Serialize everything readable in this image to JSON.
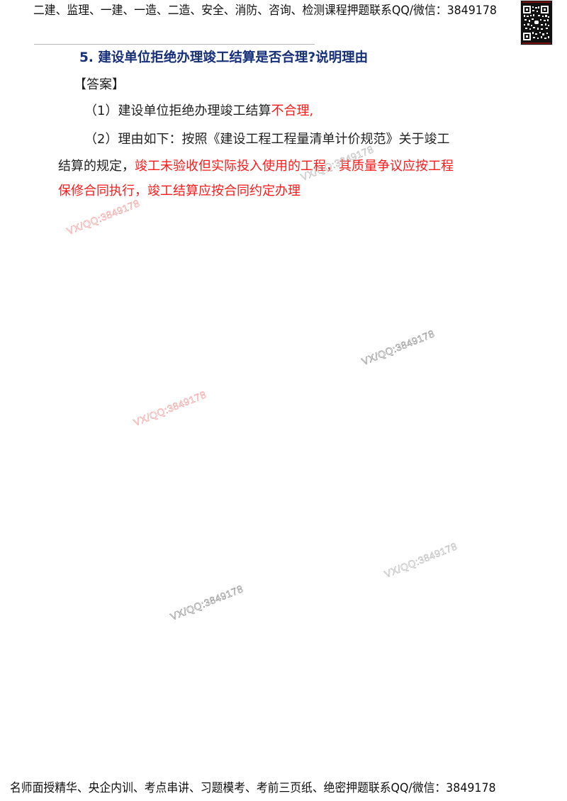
{
  "header": {
    "banner": "二建、监理、一建、一造、二造、安全、消防、咨询、检测课程押题联系QQ/微信：3849178"
  },
  "qr_code": {
    "icon": "qr-code-icon"
  },
  "question": {
    "title": "5. 建设单位拒绝办理竣工结算是否合理?说明理由"
  },
  "answer": {
    "label": "【答案】",
    "item1": {
      "prefix": "（1）建设单位拒绝办理竣工结算",
      "highlight": "不合理,"
    },
    "item2": {
      "line1": "（2）理由如下：按照《建设工程工程量清单计价规范》关于竣工",
      "line2_prefix": "结算的规定，",
      "line2_highlight": "竣工未验收但实际投入使用的工程，其质量争议应按工程",
      "line3_highlight": "保修合同执行，竣工结算应按合同约定办理"
    }
  },
  "watermarks": [
    {
      "text": "VX/QQ:3849178",
      "color": "#f08a8a"
    },
    {
      "text": "VX/QQ:3849178",
      "color": "#aaaaaa"
    },
    {
      "text": "VX/QQ:3849178",
      "color": "#777777"
    },
    {
      "text": "VX/QQ:3849178",
      "color": "#f08a8a"
    },
    {
      "text": "VX/QQ:3849178",
      "color": "#aaaaaa"
    },
    {
      "text": "VX/QQ:3849178",
      "color": "#777777"
    }
  ],
  "footer": {
    "banner": "名师面授精华、央企内训、考点串讲、习题模考、考前三页纸、绝密押题联系QQ/微信：3849178"
  },
  "colors": {
    "title": "#17307a",
    "highlight": "#ff1a1a",
    "body": "#222222"
  }
}
